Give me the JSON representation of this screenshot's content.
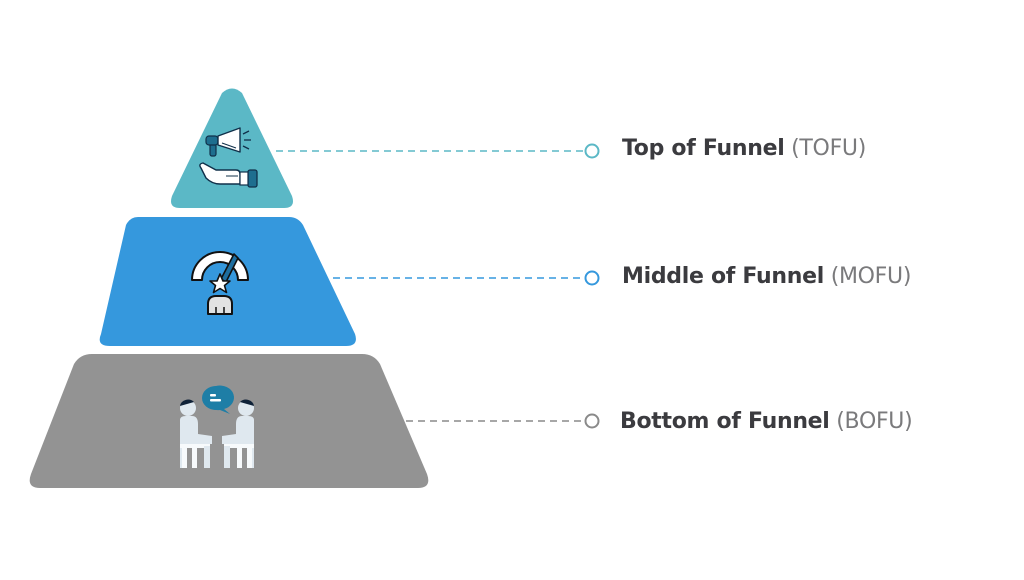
{
  "diagram": {
    "type": "marketing-funnel-pyramid",
    "levels": [
      {
        "id": "tofu",
        "title": "Top of Funnel",
        "abbreviation": "(TOFU)",
        "icon": "megaphone-hand-icon",
        "color": "#5bb8c6",
        "connector_color": "#5bb8c6"
      },
      {
        "id": "mofu",
        "title": "Middle of Funnel",
        "abbreviation": "(MOFU)",
        "icon": "gauge-star-person-icon",
        "color": "#3598dd",
        "connector_color": "#3598dd"
      },
      {
        "id": "bofu",
        "title": "Bottom of Funnel",
        "abbreviation": "(BOFU)",
        "icon": "two-people-conversation-icon",
        "color": "#939393",
        "connector_color": "#8a8a8a"
      }
    ],
    "text_color": "#3b3b3f",
    "abbr_color": "#7a7a7c"
  }
}
